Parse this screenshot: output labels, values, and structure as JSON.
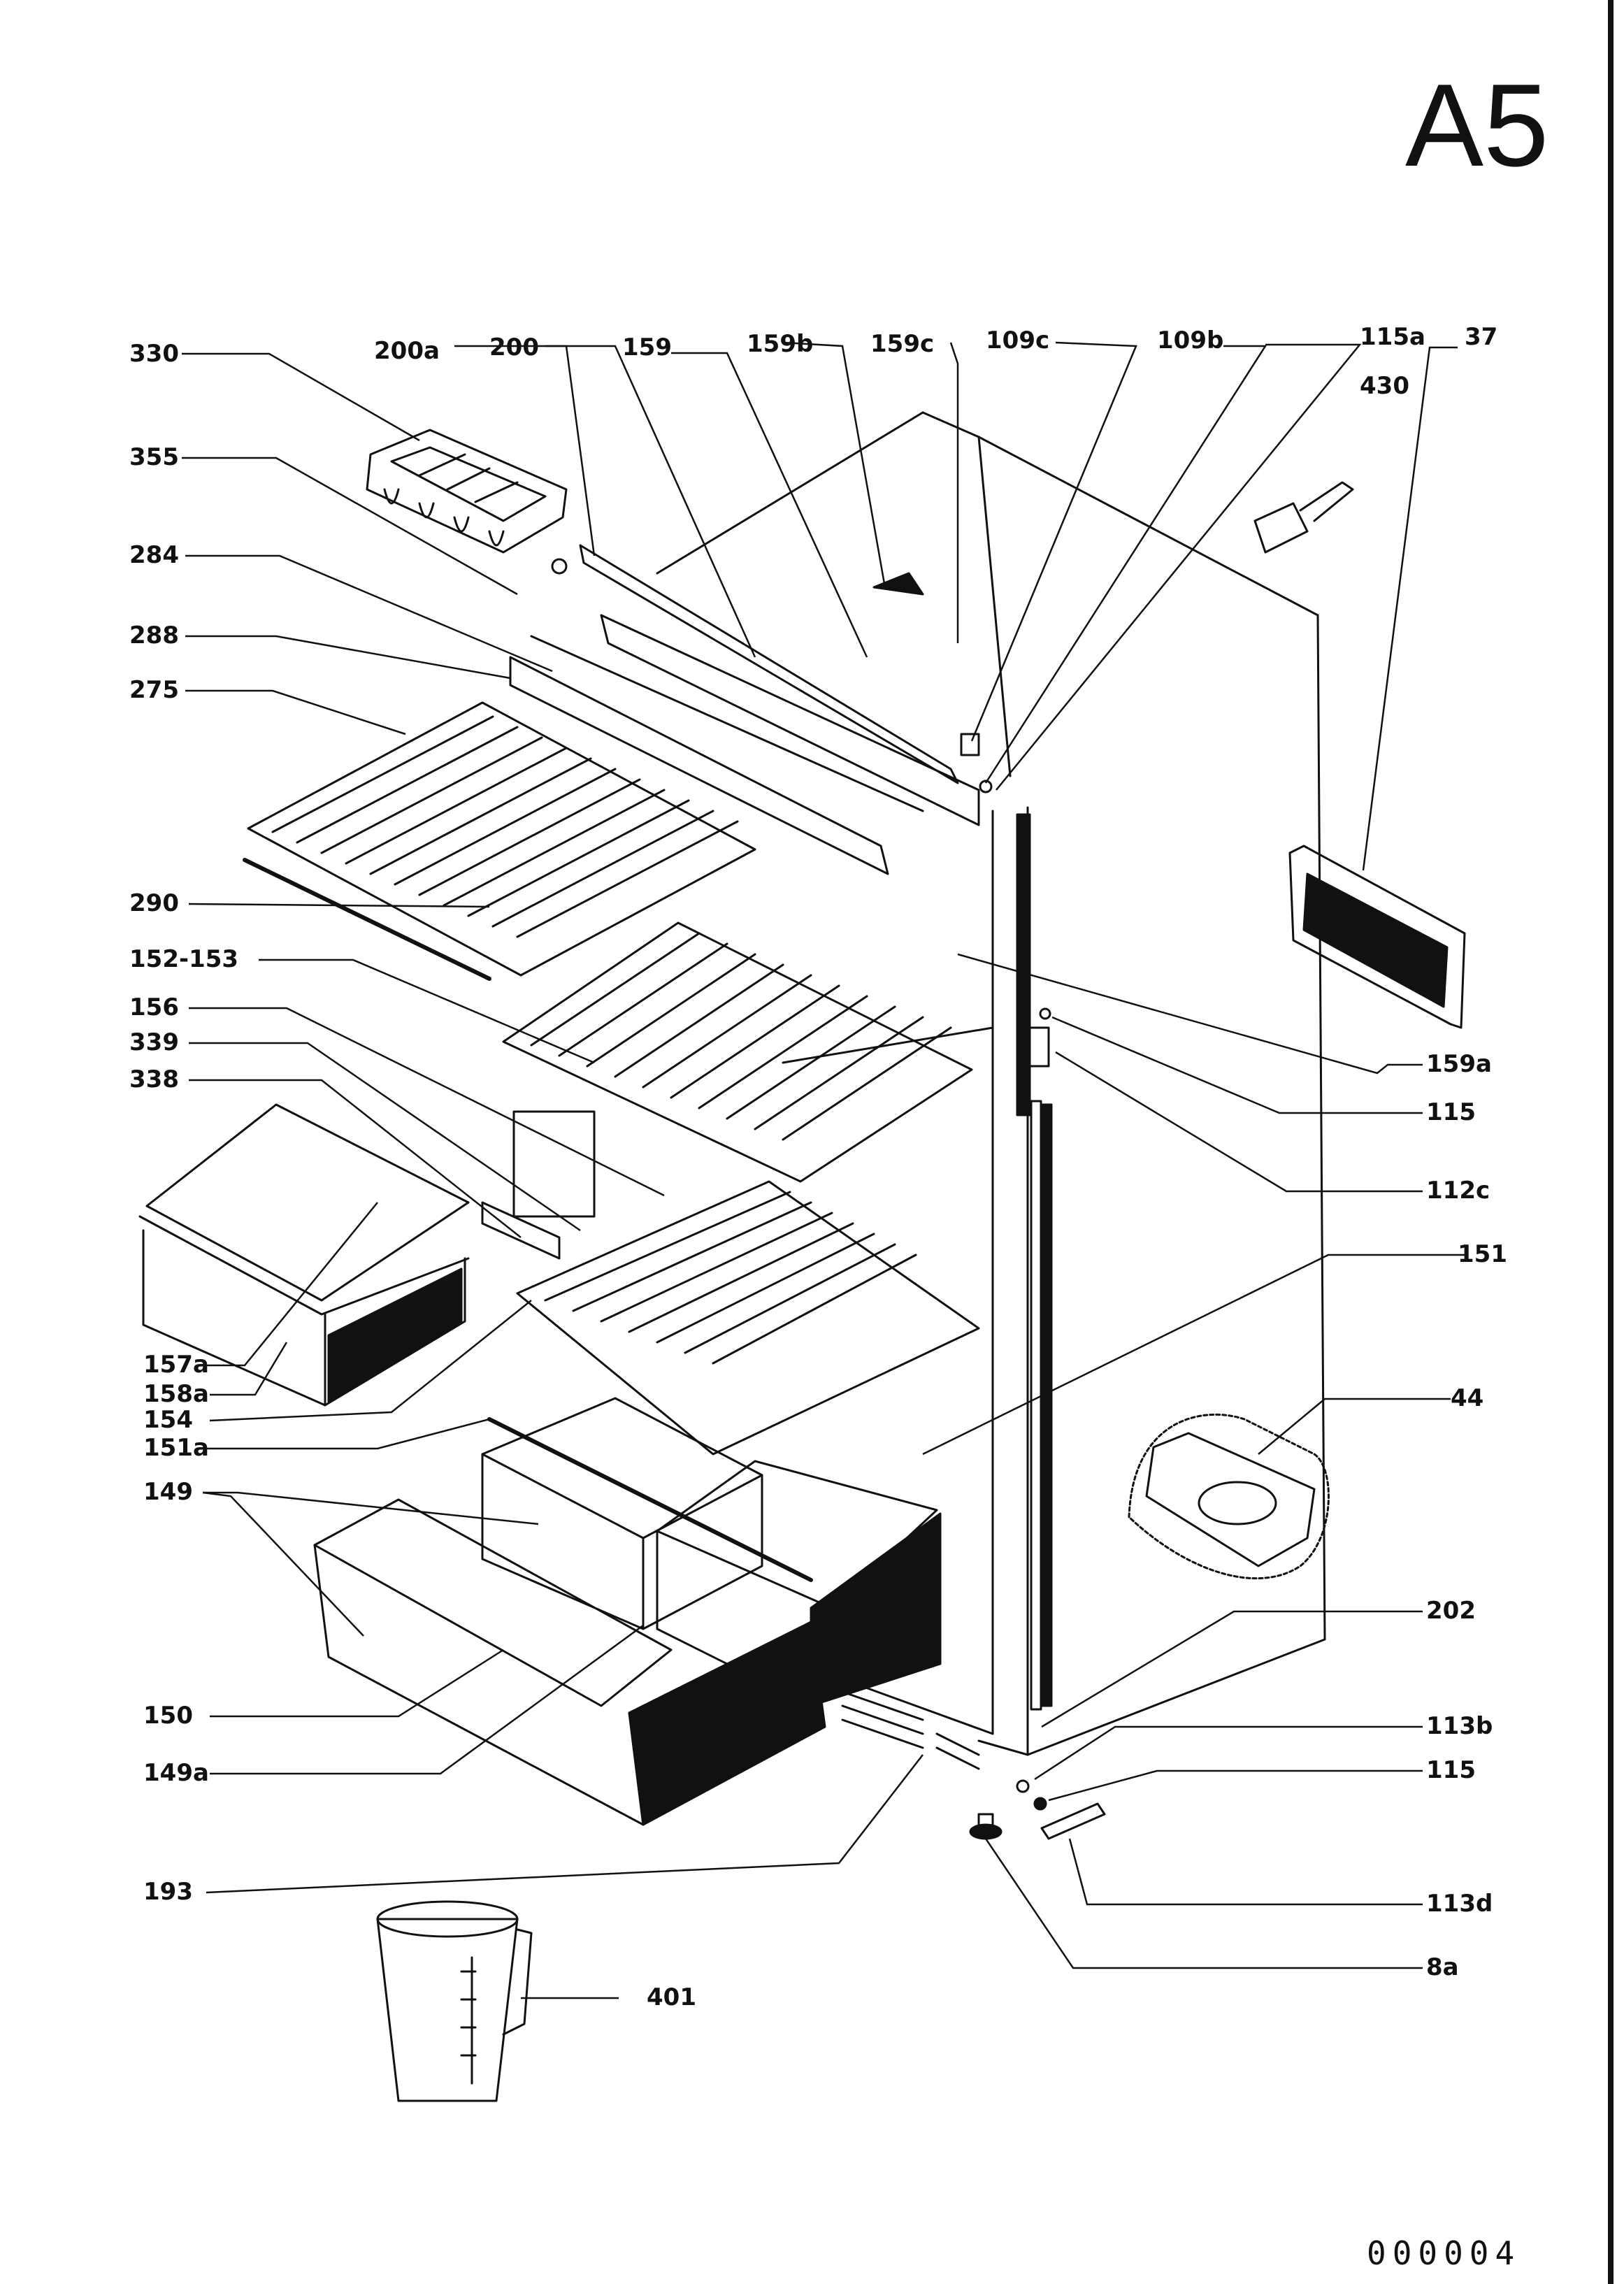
{
  "sheet": {
    "id": "A5",
    "document_number": "000004"
  },
  "callouts": {
    "c330": "330",
    "c200a": "200a",
    "c200": "200",
    "c159": "159",
    "c159b": "159b",
    "c159c": "159c",
    "c109c": "109c",
    "c109b": "109b",
    "c115a": "115a",
    "c37": "37",
    "c430": "430",
    "c355": "355",
    "c284": "284",
    "c288": "288",
    "c275": "275",
    "c290": "290",
    "c152_153": "152-153",
    "c156": "156",
    "c339": "339",
    "c338": "338",
    "c157a": "157a",
    "c158a": "158a",
    "c154": "154",
    "c151a": "151a",
    "c149": "149",
    "c150": "150",
    "c149a": "149a",
    "c193": "193",
    "c401": "401",
    "c159a": "159a",
    "c115_upper": "115",
    "c112c": "112c",
    "c151": "151",
    "c44": "44",
    "c202": "202",
    "c113b": "113b",
    "c115_lower": "115",
    "c113d": "113d",
    "c8a": "8a"
  },
  "colors": {
    "ink": "#111111",
    "paper": "#ffffff"
  }
}
